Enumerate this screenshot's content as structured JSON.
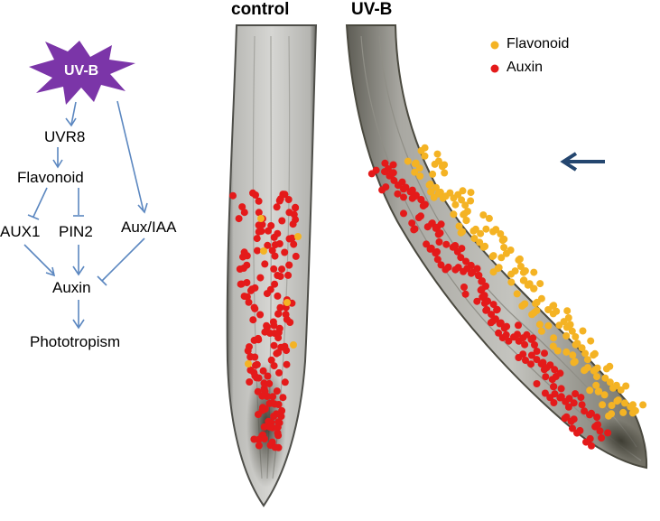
{
  "pathway": {
    "stimulus": "UV-B",
    "receptor": "UVR8",
    "flavonoid": "Flavonoid",
    "aux1": "AUX1",
    "pin2": "PIN2",
    "aux_iaa": "Aux/IAA",
    "auxin": "Auxin",
    "response": "Phototropism"
  },
  "panels": {
    "control_title": "control",
    "uvb_title": "UV-B"
  },
  "legend": {
    "flavonoid_label": "Flavonoid",
    "auxin_label": "Auxin"
  },
  "colors": {
    "burst": "#7b35a8",
    "arrow": "#5b87c0",
    "indicator_arrow": "#24466f",
    "flavonoid": "#f4b324",
    "auxin": "#e41a1a"
  }
}
